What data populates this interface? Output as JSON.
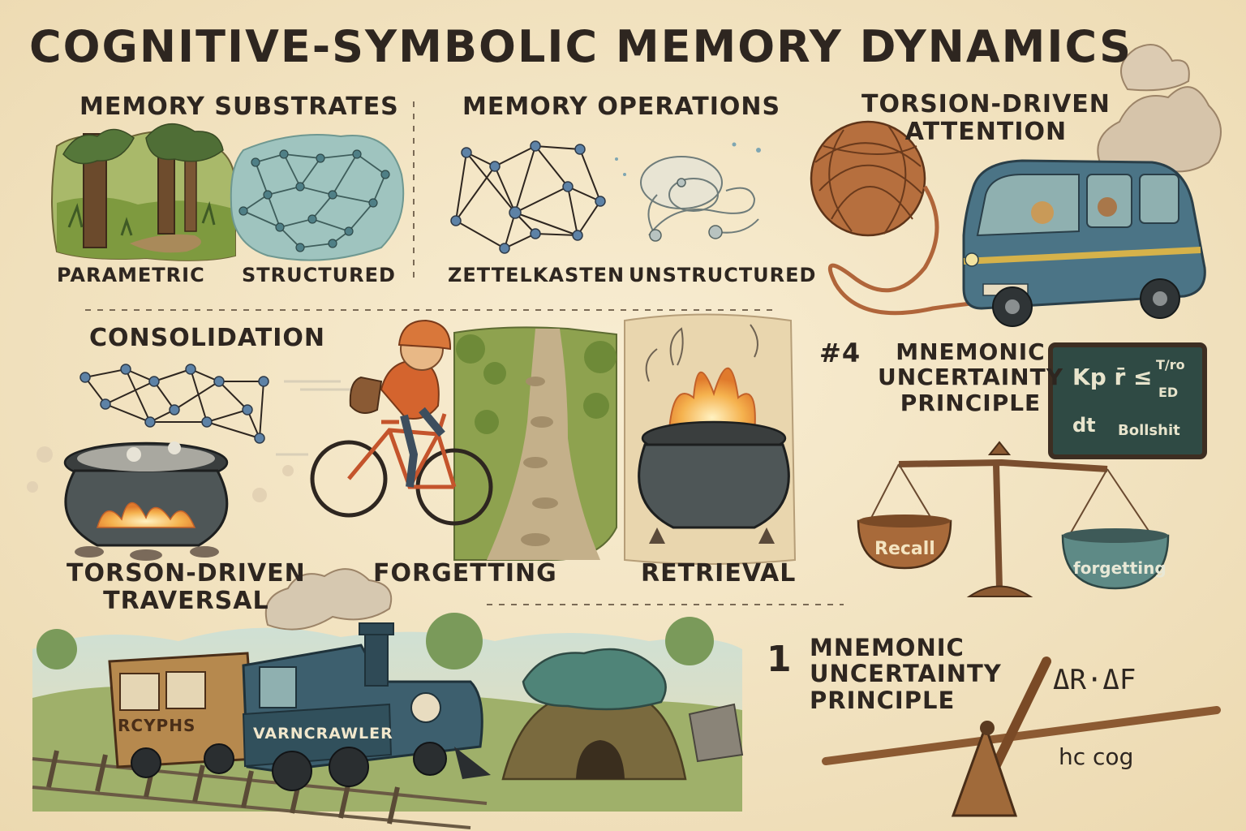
{
  "title": "COGNITIVE-SYMBOLIC MEMORY DYNAMICS",
  "sections": {
    "substrates": {
      "heading": "MEMORY SUBSTRATES",
      "left_caption": "PARAMETRIC",
      "right_caption": "STRUCTURED"
    },
    "operations": {
      "heading": "MEMORY OPERATIONS",
      "left_caption": "ZETTELKASTEN",
      "right_caption": "UNSTRUCTURED"
    },
    "attention": {
      "heading": "TORSION-DRIVEN\nATTENTION"
    },
    "consolidation": {
      "heading": "CONSOLIDATION"
    },
    "traversal": {
      "heading": "TORSON-DRIVEN\nTRAVERSAL"
    },
    "forgetting": {
      "heading": "FORGETTING"
    },
    "retrieval": {
      "heading": "RETRIEVAL"
    },
    "principle_4": {
      "number": "#4",
      "heading": "MNEMONIC\nUNCERTAINTY\nPRINCIPLE",
      "blackboard": {
        "line1": "Kp r̄ ≤",
        "line1_frac_num": "T/ro",
        "line1_frac_den": "ED",
        "line2": "dt",
        "line2_word": "Bollshit"
      },
      "scale": {
        "left_pan": "Recall",
        "right_pan": "forgetting"
      }
    },
    "principle_1": {
      "number": "1",
      "heading": "MNEMONIC\nUNCERTAINTY\nPRINCIPLE",
      "formula": "ΔR·ΔF",
      "subformula": "hc cog"
    },
    "train": {
      "car_label": "RCYPHS",
      "engine_label": "VARNCRAWLER"
    }
  },
  "colors": {
    "background": "#f5e8c8",
    "ink": "#2e2620",
    "forest": "#6f8a3c",
    "network_teal": "#9fc4bf",
    "engine_blue": "#3d5f6e",
    "fire": "#f0a23a",
    "rope": "#b0653a",
    "blackboard": "#2f4a44",
    "wood": "#8c5a32"
  }
}
